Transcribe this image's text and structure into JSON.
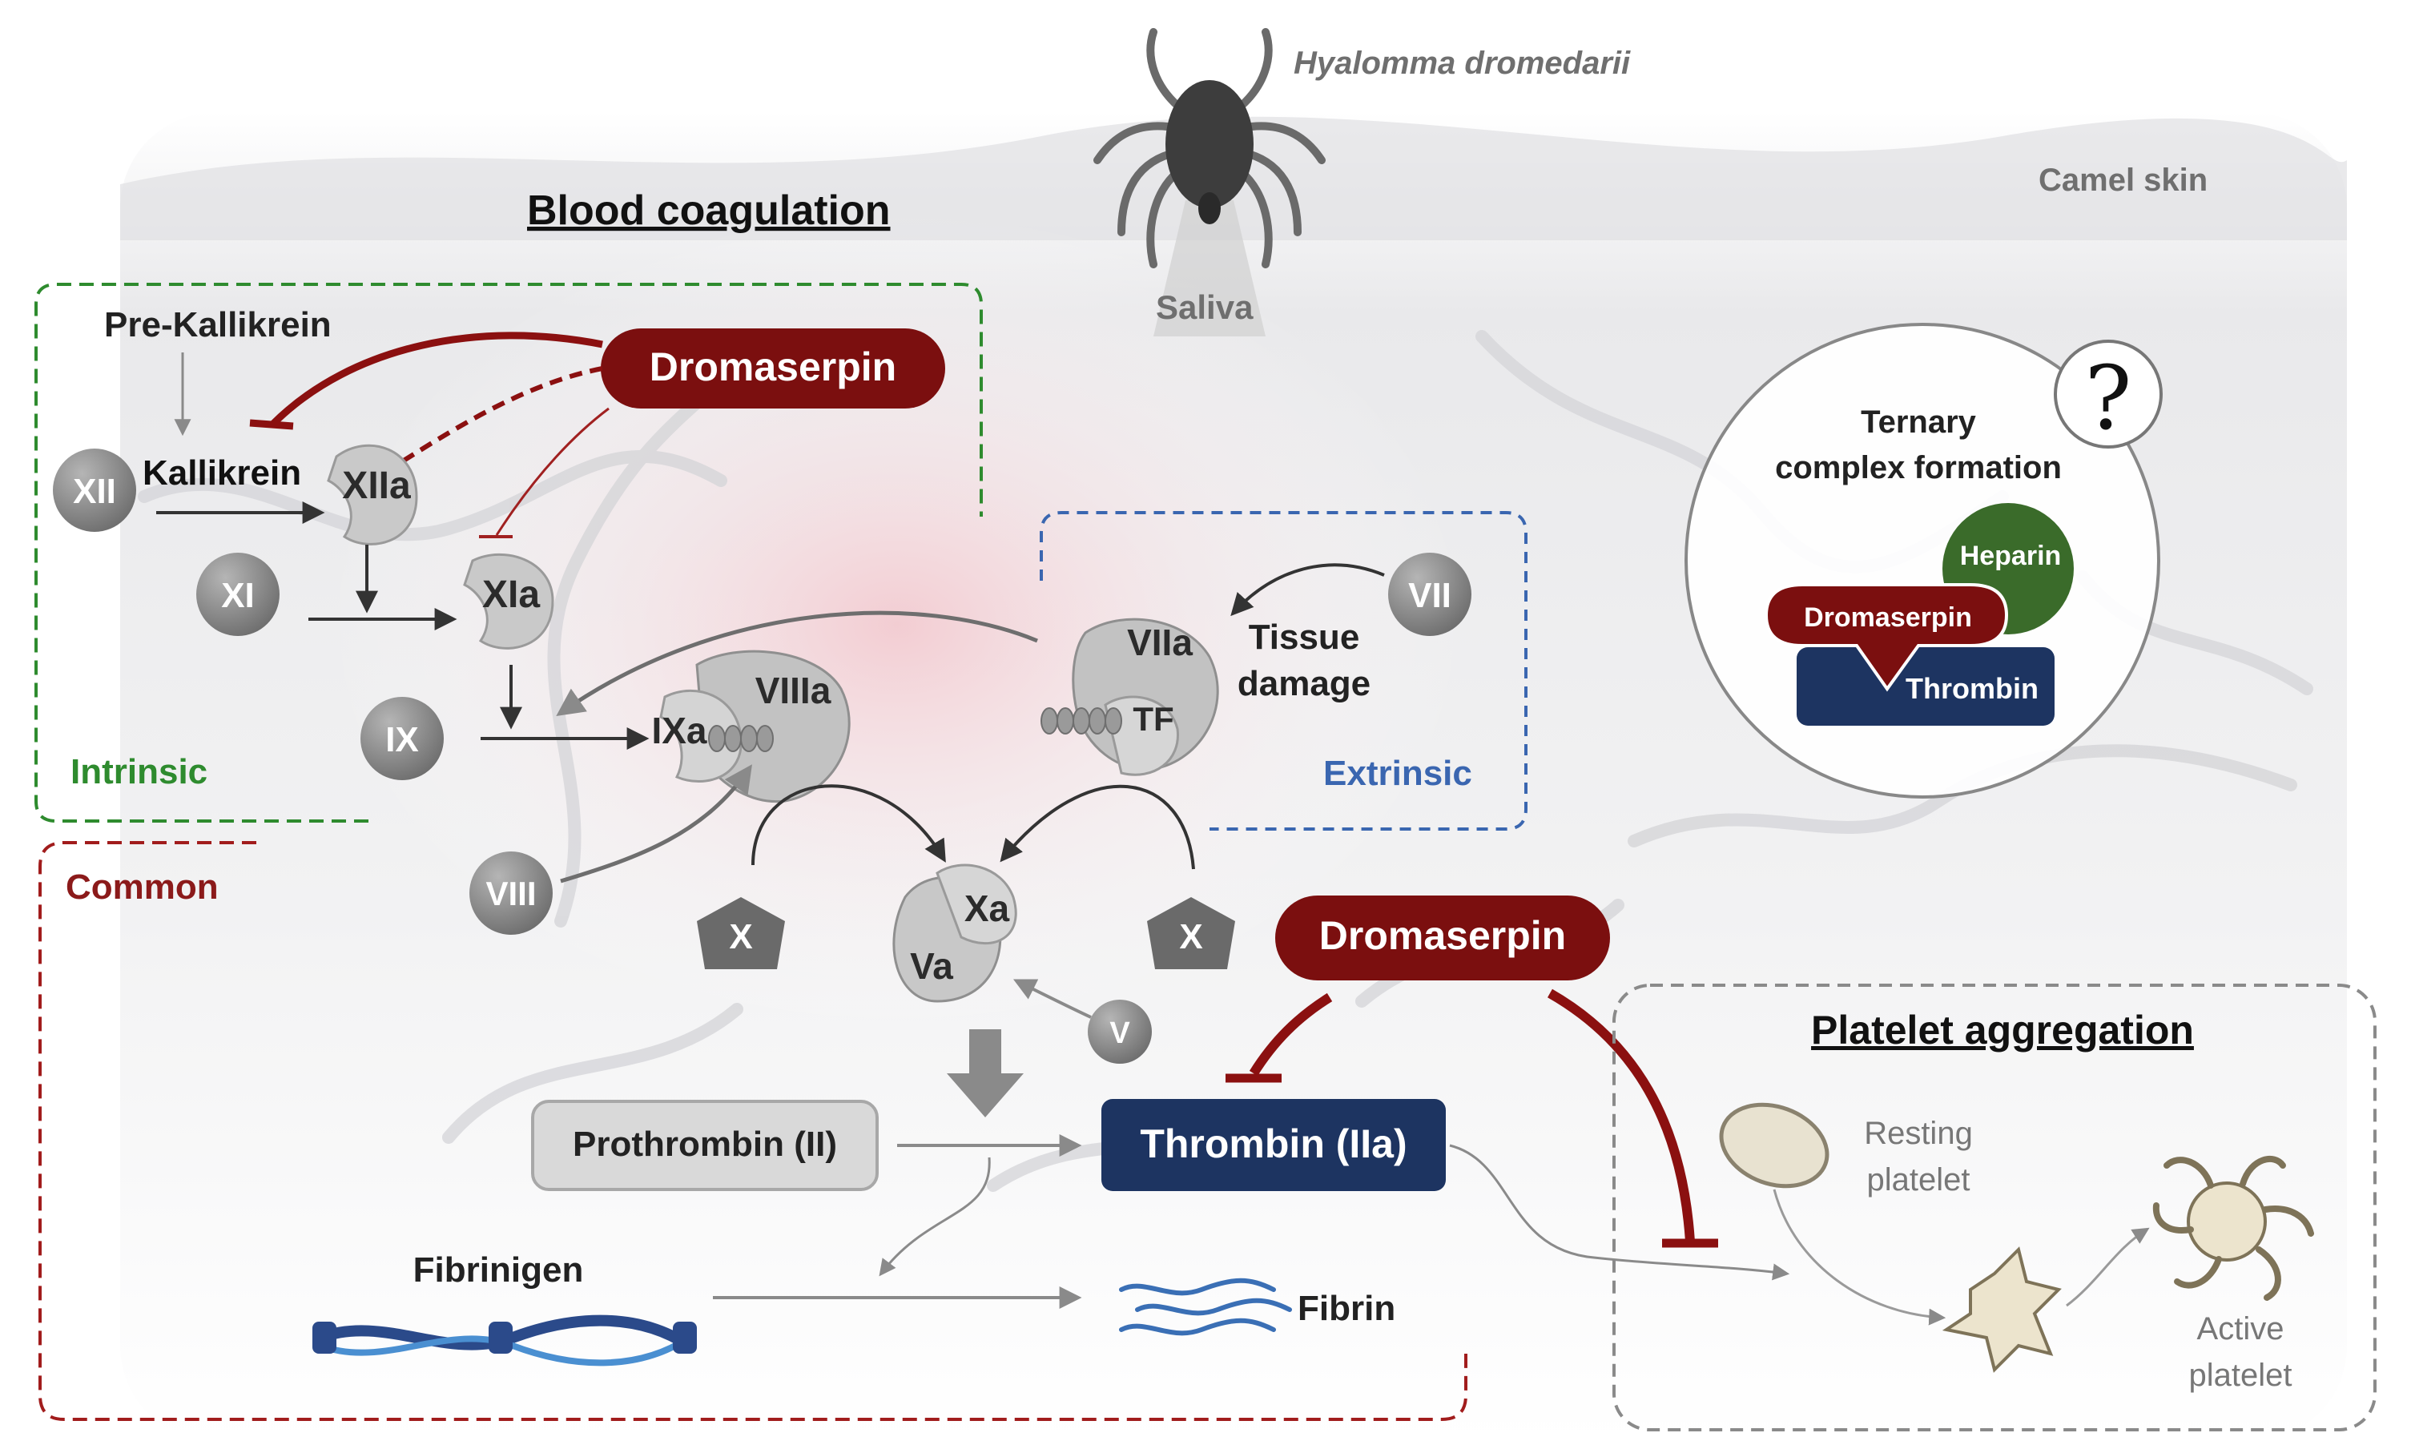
{
  "header": {
    "species": "Hyalomma dromedarii",
    "skin": "Camel skin",
    "saliva": "Saliva"
  },
  "coagulation": {
    "title": "Blood coagulation",
    "intrinsic_label": "Intrinsic",
    "extrinsic_label": "Extrinsic",
    "common_label": "Common",
    "inhibitor": "Dromaserpin",
    "prekallikrein": "Pre-Kallikrein",
    "kallikrein": "Kallikrein",
    "factors": {
      "xii": "XII",
      "xiia": "XIIa",
      "xi": "XI",
      "xia": "XIa",
      "ix": "IX",
      "ixa": "IXa",
      "viiia": "VIIIa",
      "viii": "VIII",
      "viia": "VIIa",
      "tf": "TF",
      "vii": "VII",
      "tissue1": "Tissue",
      "tissue2": "damage",
      "x_left": "X",
      "x_right": "X",
      "xa": "Xa",
      "va": "Va",
      "v": "V"
    },
    "prothrombin": "Prothrombin (II)",
    "thrombin": "Thrombin (IIa)",
    "fibrinogen": "Fibrinigen",
    "fibrin": "Fibrin"
  },
  "ternary": {
    "question": "?",
    "title_line1": "Ternary",
    "title_line2": "complex formation",
    "heparin": "Heparin",
    "dromaserpin": "Dromaserpin",
    "thrombin": "Thrombin"
  },
  "platelet": {
    "title": "Platelet aggregation",
    "resting1": "Resting",
    "resting2": "platelet",
    "active1": "Active",
    "active2": "platelet"
  },
  "colors": {
    "dark_red": "#7b0f0f",
    "navy": "#1d3461",
    "green": "#2f6b25",
    "intrinsic_green": "#2e8b2e",
    "extrinsic_blue": "#3a66b0",
    "factor_gray": "#8c8c8c"
  }
}
